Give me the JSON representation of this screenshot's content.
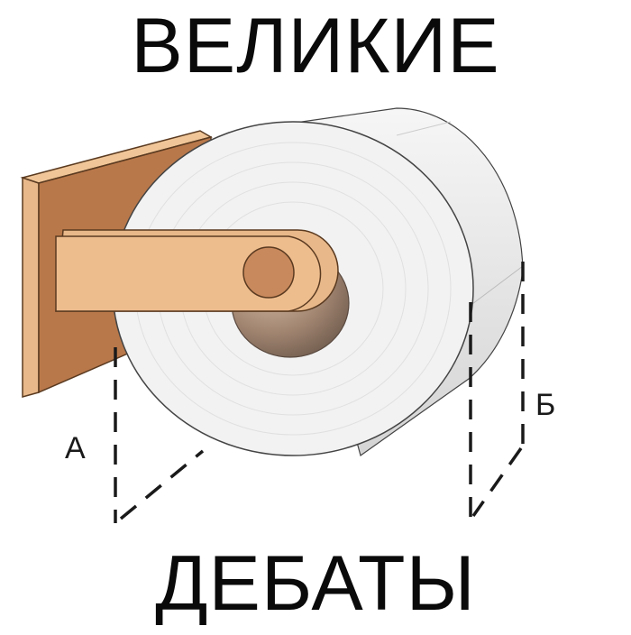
{
  "meme": {
    "top_text": "ВЕЛИКИЕ",
    "bottom_text": "ДЕБАТЫ",
    "label_a": "А",
    "label_b": "Б"
  },
  "illustration": {
    "subject": "toilet-paper-roll-on-holder",
    "option_a": "paper-hangs-against-wall",
    "option_b": "paper-hangs-over-front",
    "colors": {
      "holder_light": "#e8b88a",
      "holder_dark": "#b9784a",
      "holder_outline": "#5a3a20",
      "paper": "#f2f2f2",
      "paper_shadow": "#d8d8d8",
      "core": "#8a7060",
      "text": "#0a0a0a",
      "dash": "#1a1a1a"
    }
  }
}
